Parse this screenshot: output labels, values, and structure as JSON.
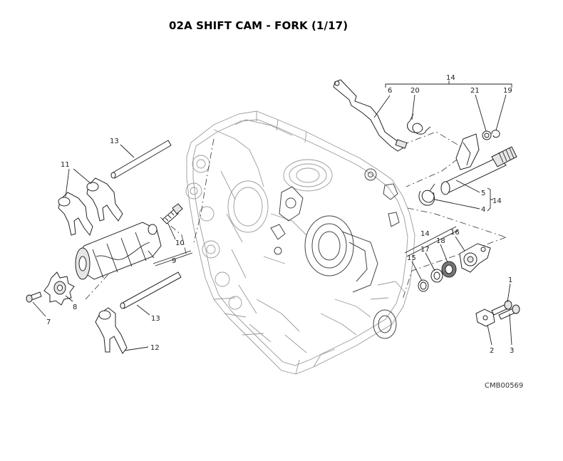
{
  "header": {
    "title": "02A SHIFT CAM - FORK (1/17)"
  },
  "footer": {
    "drawing_code": "CMB00569"
  },
  "callouts": {
    "c1": "1",
    "c2": "2",
    "c3": "3",
    "c4": "4",
    "c5": "5",
    "c6": "6",
    "c7": "7",
    "c8": "8",
    "c9": "9",
    "c10": "10",
    "c11": "11",
    "c12": "12",
    "c13a": "13",
    "c13b": "13",
    "c14a": "14",
    "c14b": "14",
    "c14c": "14",
    "c15": "15",
    "c16": "16",
    "c17": "17",
    "c18": "18",
    "c19": "19",
    "c20": "20",
    "c21": "21"
  }
}
